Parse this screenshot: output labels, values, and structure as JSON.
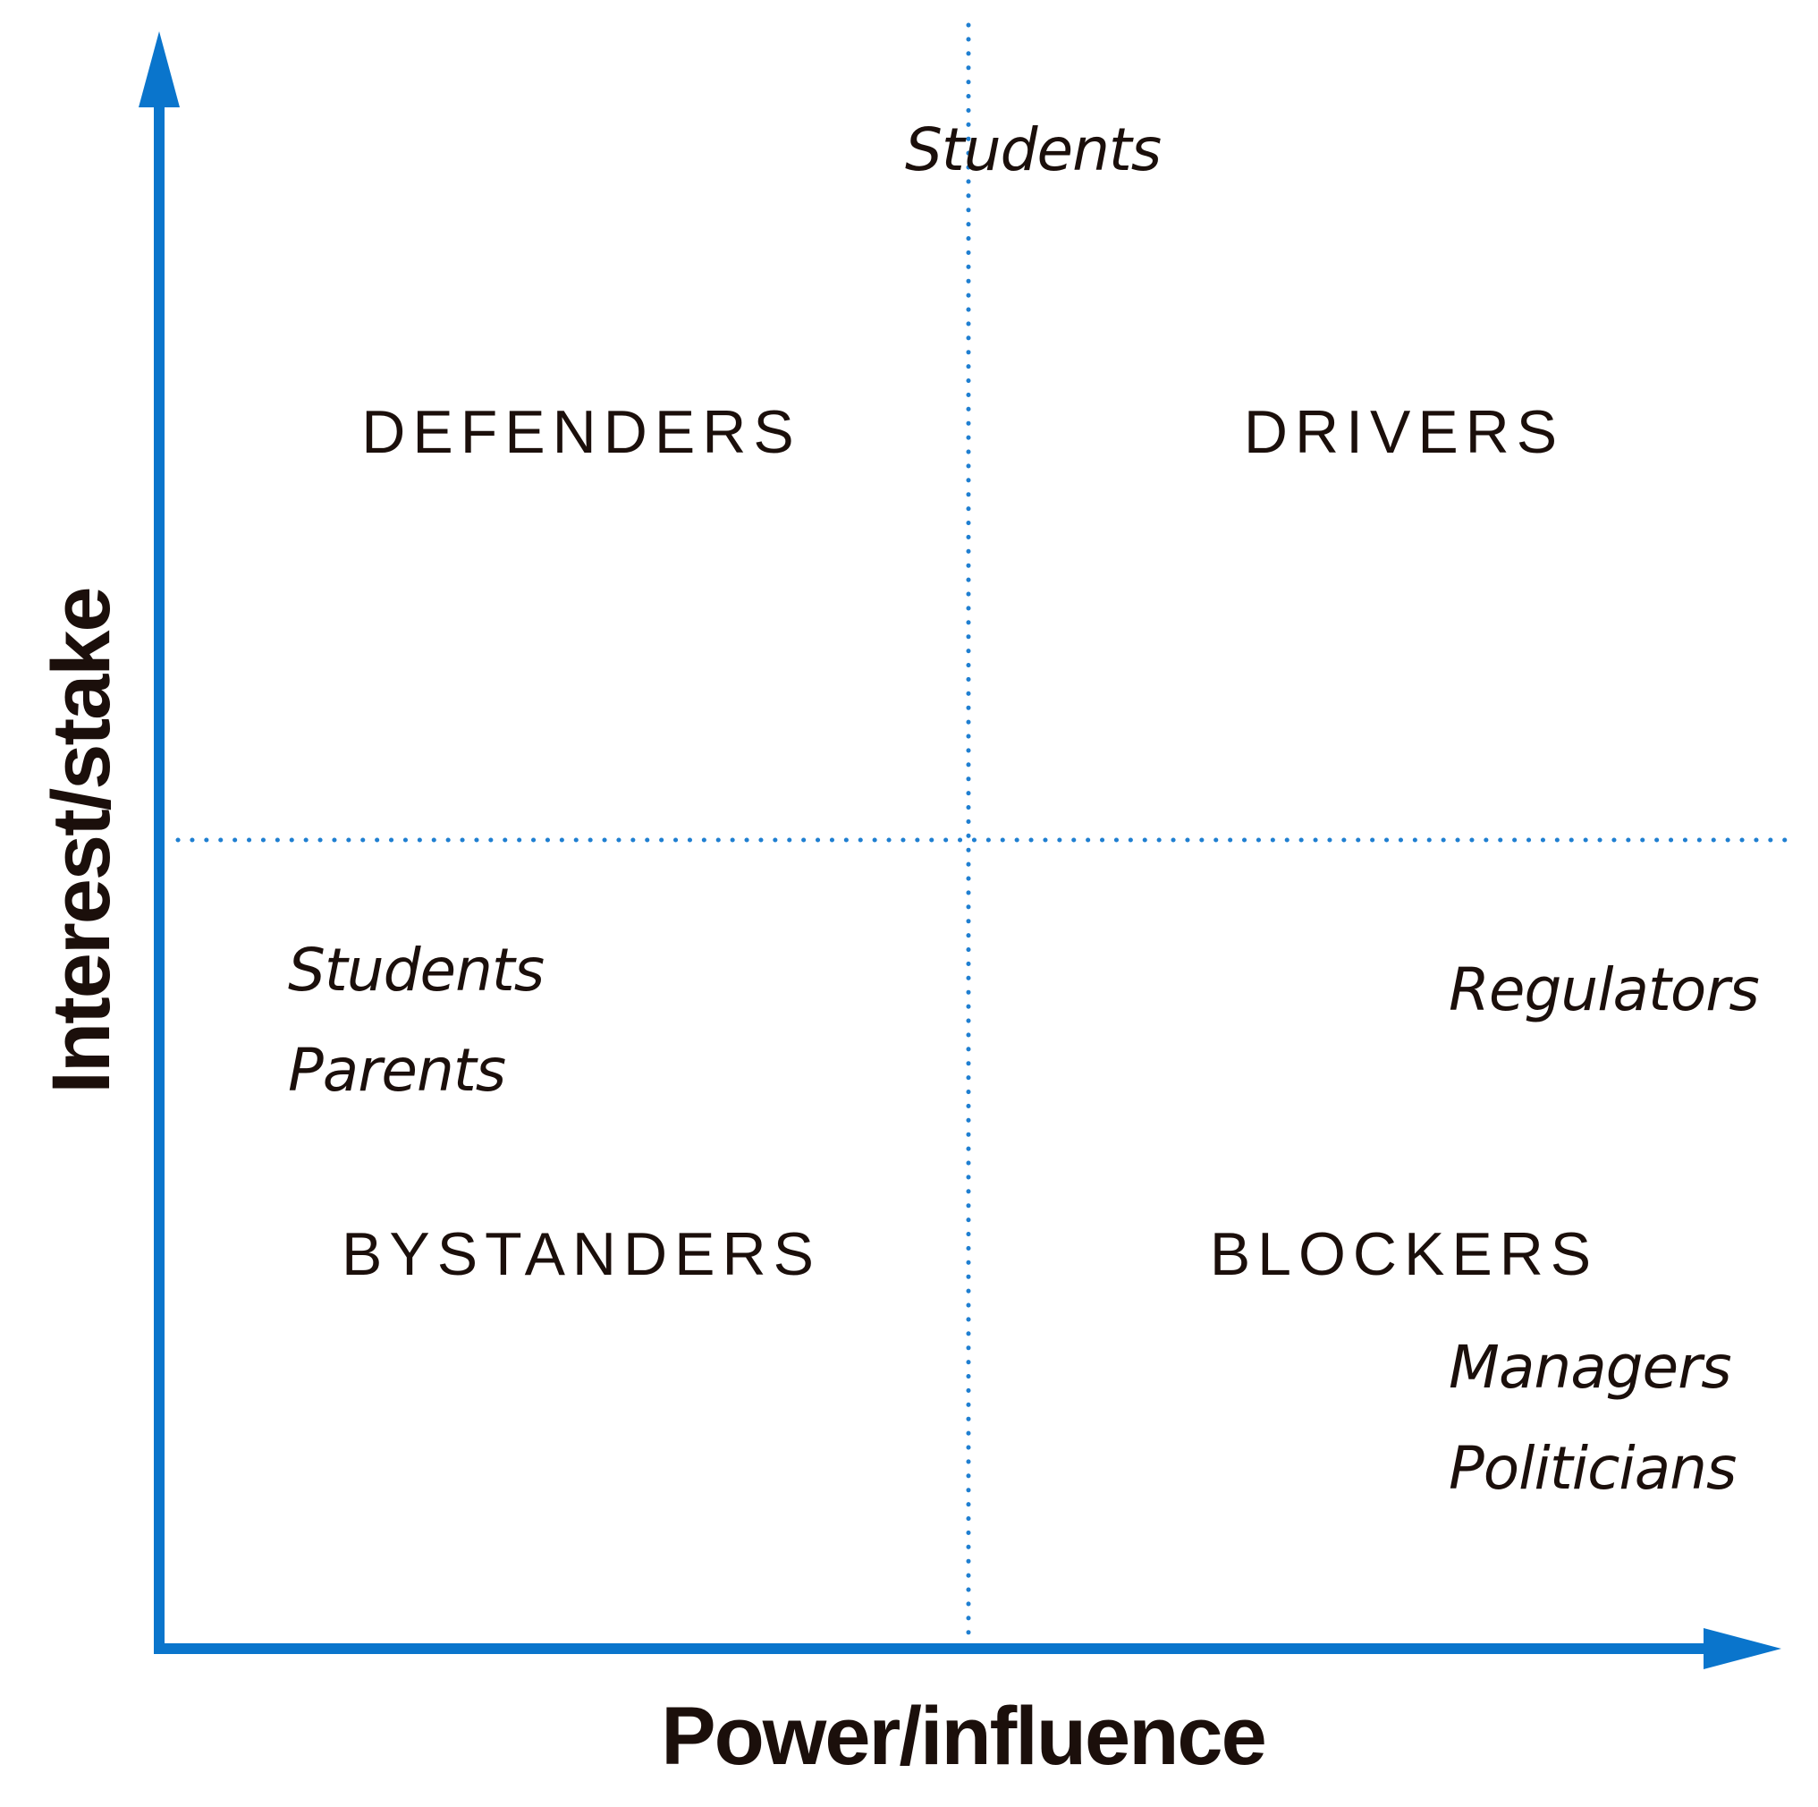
{
  "diagram": {
    "axis_color": "#0a75cc",
    "divider_color": "#1f7fd1",
    "text_color": "#1b0f0b",
    "axes": {
      "x_label": "Power/influence",
      "y_label": "Interest/stake"
    },
    "quadrants": {
      "top_left": "DEFENDERS",
      "top_right": "DRIVERS",
      "bottom_left": "BYSTANDERS",
      "bottom_right": "BLOCKERS"
    },
    "stakeholders": {
      "boundary": [
        "Students"
      ],
      "bystanders": [
        "Students",
        "Parents"
      ],
      "blockers_upper": [
        "Regulators"
      ],
      "blockers_lower": [
        "Managers",
        "Politicians"
      ]
    }
  }
}
